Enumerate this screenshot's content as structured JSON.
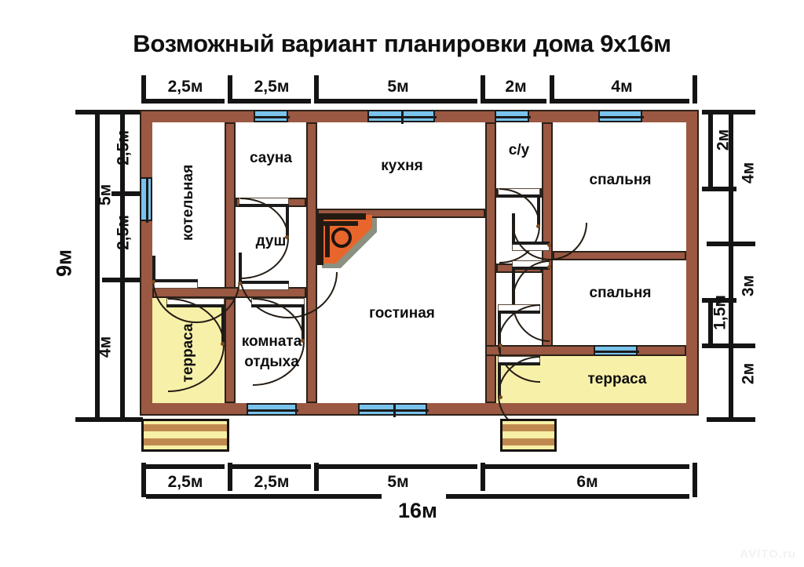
{
  "title": "Возможный вариант планировки дома 9х16м",
  "watermark": "AVITO.ru",
  "colors": {
    "wall": "#9b5842",
    "wall_outline": "#2b2118",
    "window": "#79c3ec",
    "terrace": "#f7f0a8",
    "room": "#ffffff",
    "fireplace": "#e8662c",
    "step_tread": "#c0894f",
    "dimension": "#141414"
  },
  "dimensions": {
    "top": [
      {
        "label": "2,5м"
      },
      {
        "label": "2,5м"
      },
      {
        "label": "5м"
      },
      {
        "label": "2м"
      },
      {
        "label": "4м"
      }
    ],
    "bottom": [
      {
        "label": "2,5м"
      },
      {
        "label": "2,5м"
      },
      {
        "label": "5м"
      },
      {
        "label": "6м"
      }
    ],
    "bottom_total": "16м",
    "left_outer": "9м",
    "left_mid": [
      {
        "label": "5м"
      },
      {
        "label": "4м"
      }
    ],
    "left_inner": [
      {
        "label": "2,5м"
      },
      {
        "label": "2,5м"
      }
    ],
    "right_outer": [
      {
        "label": "4м"
      },
      {
        "label": "3м"
      },
      {
        "label": "2м"
      }
    ],
    "right_inner": [
      {
        "label": "2м"
      },
      {
        "label": "1,5м"
      }
    ]
  },
  "rooms": [
    {
      "id": "boiler",
      "label": "котельная"
    },
    {
      "id": "sauna",
      "label": "сауна"
    },
    {
      "id": "shower",
      "label": "душ"
    },
    {
      "id": "terrace_left",
      "label": "терраса"
    },
    {
      "id": "rest",
      "label": "комната\nотдыха"
    },
    {
      "id": "rest_line1",
      "label": "комната"
    },
    {
      "id": "rest_line2",
      "label": "отдыха"
    },
    {
      "id": "kitchen",
      "label": "кухня"
    },
    {
      "id": "living",
      "label": "гостиная"
    },
    {
      "id": "wc",
      "label": "с/у"
    },
    {
      "id": "bedroom1",
      "label": "спальня"
    },
    {
      "id": "bedroom2",
      "label": "спальня"
    },
    {
      "id": "terrace_right",
      "label": "терраса"
    }
  ]
}
